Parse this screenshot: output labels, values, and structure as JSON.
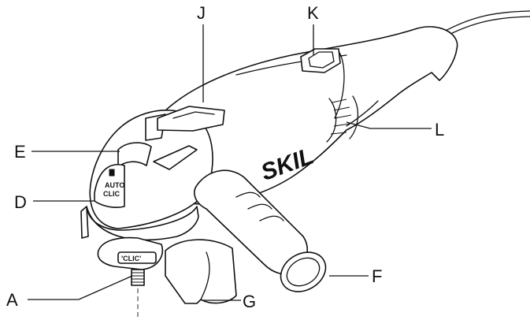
{
  "figure": {
    "brand": "SKIL",
    "clic_text": "'CLIC'",
    "auto_clic": [
      "AUTO",
      "CLIC"
    ],
    "labels": {
      "A": "A",
      "D": "D",
      "E": "E",
      "F": "F",
      "G": "G",
      "J": "J",
      "K": "K",
      "L": "L"
    }
  }
}
